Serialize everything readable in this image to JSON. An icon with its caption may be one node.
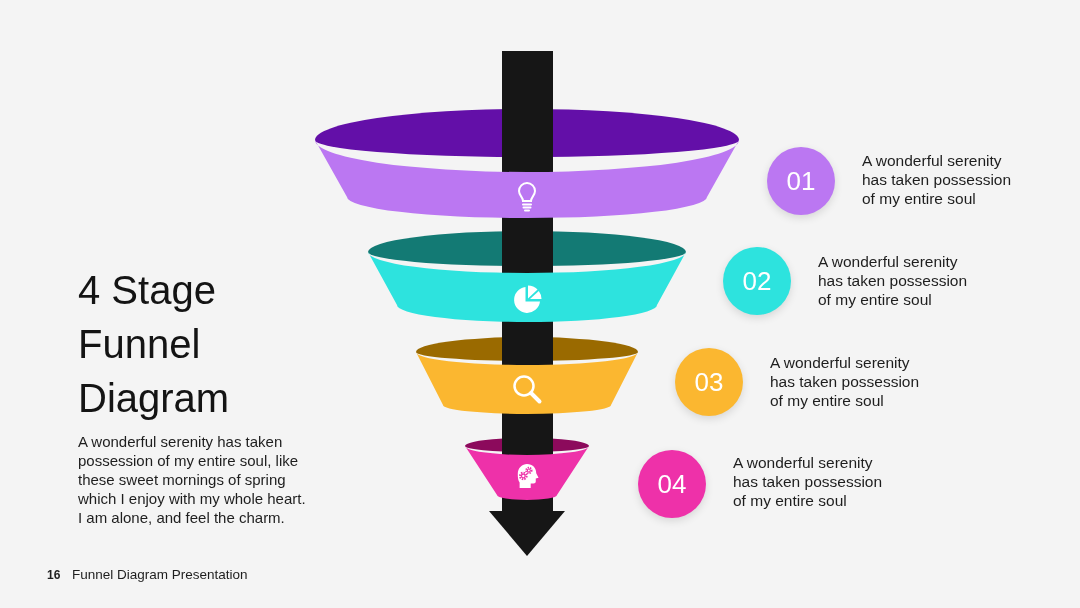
{
  "diagram": {
    "title": "4 Stage Funnel Diagram",
    "nodes": [
      {
        "text": [
          "01"
        ],
        "beside": [
          "A wonderful serenity has taken possession of my entire soul"
        ]
      },
      {
        "text": [
          "02"
        ],
        "beside": [
          "A wonderful serenity has taken possession of my entire soul"
        ]
      },
      {
        "text": [
          "03"
        ],
        "beside": [
          "A wonderful serenity has taken possession of my entire soul"
        ]
      },
      {
        "text": [
          "04"
        ],
        "beside": [
          "A wonderful serenity has taken possession of my entire soul"
        ]
      }
    ],
    "labels": [
      "A wonderful serenity has taken possession of my entire soul, like these sweet mornings of spring which I enjoy with my whole heart. I am alone, and feel the charm.",
      "16",
      "Funnel Diagram Presentation"
    ]
  }
}
